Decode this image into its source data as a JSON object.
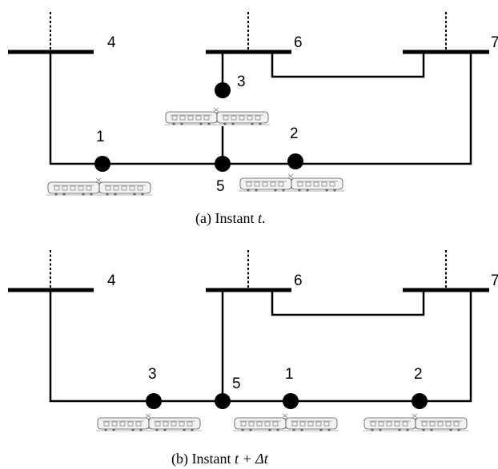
{
  "panel_a": {
    "caption_prefix": "(a) Instant",
    "caption_var": "t",
    "caption_suffix": ".",
    "bus_labels": [
      "4",
      "6",
      "7"
    ],
    "node_labels": [
      "1",
      "2",
      "3",
      "5"
    ]
  },
  "panel_b": {
    "caption_prefix": "(b) Instant",
    "caption_expr": "t + Δt",
    "bus_labels": [
      "4",
      "6",
      "7"
    ],
    "node_labels": [
      "1",
      "2",
      "3",
      "5"
    ]
  }
}
